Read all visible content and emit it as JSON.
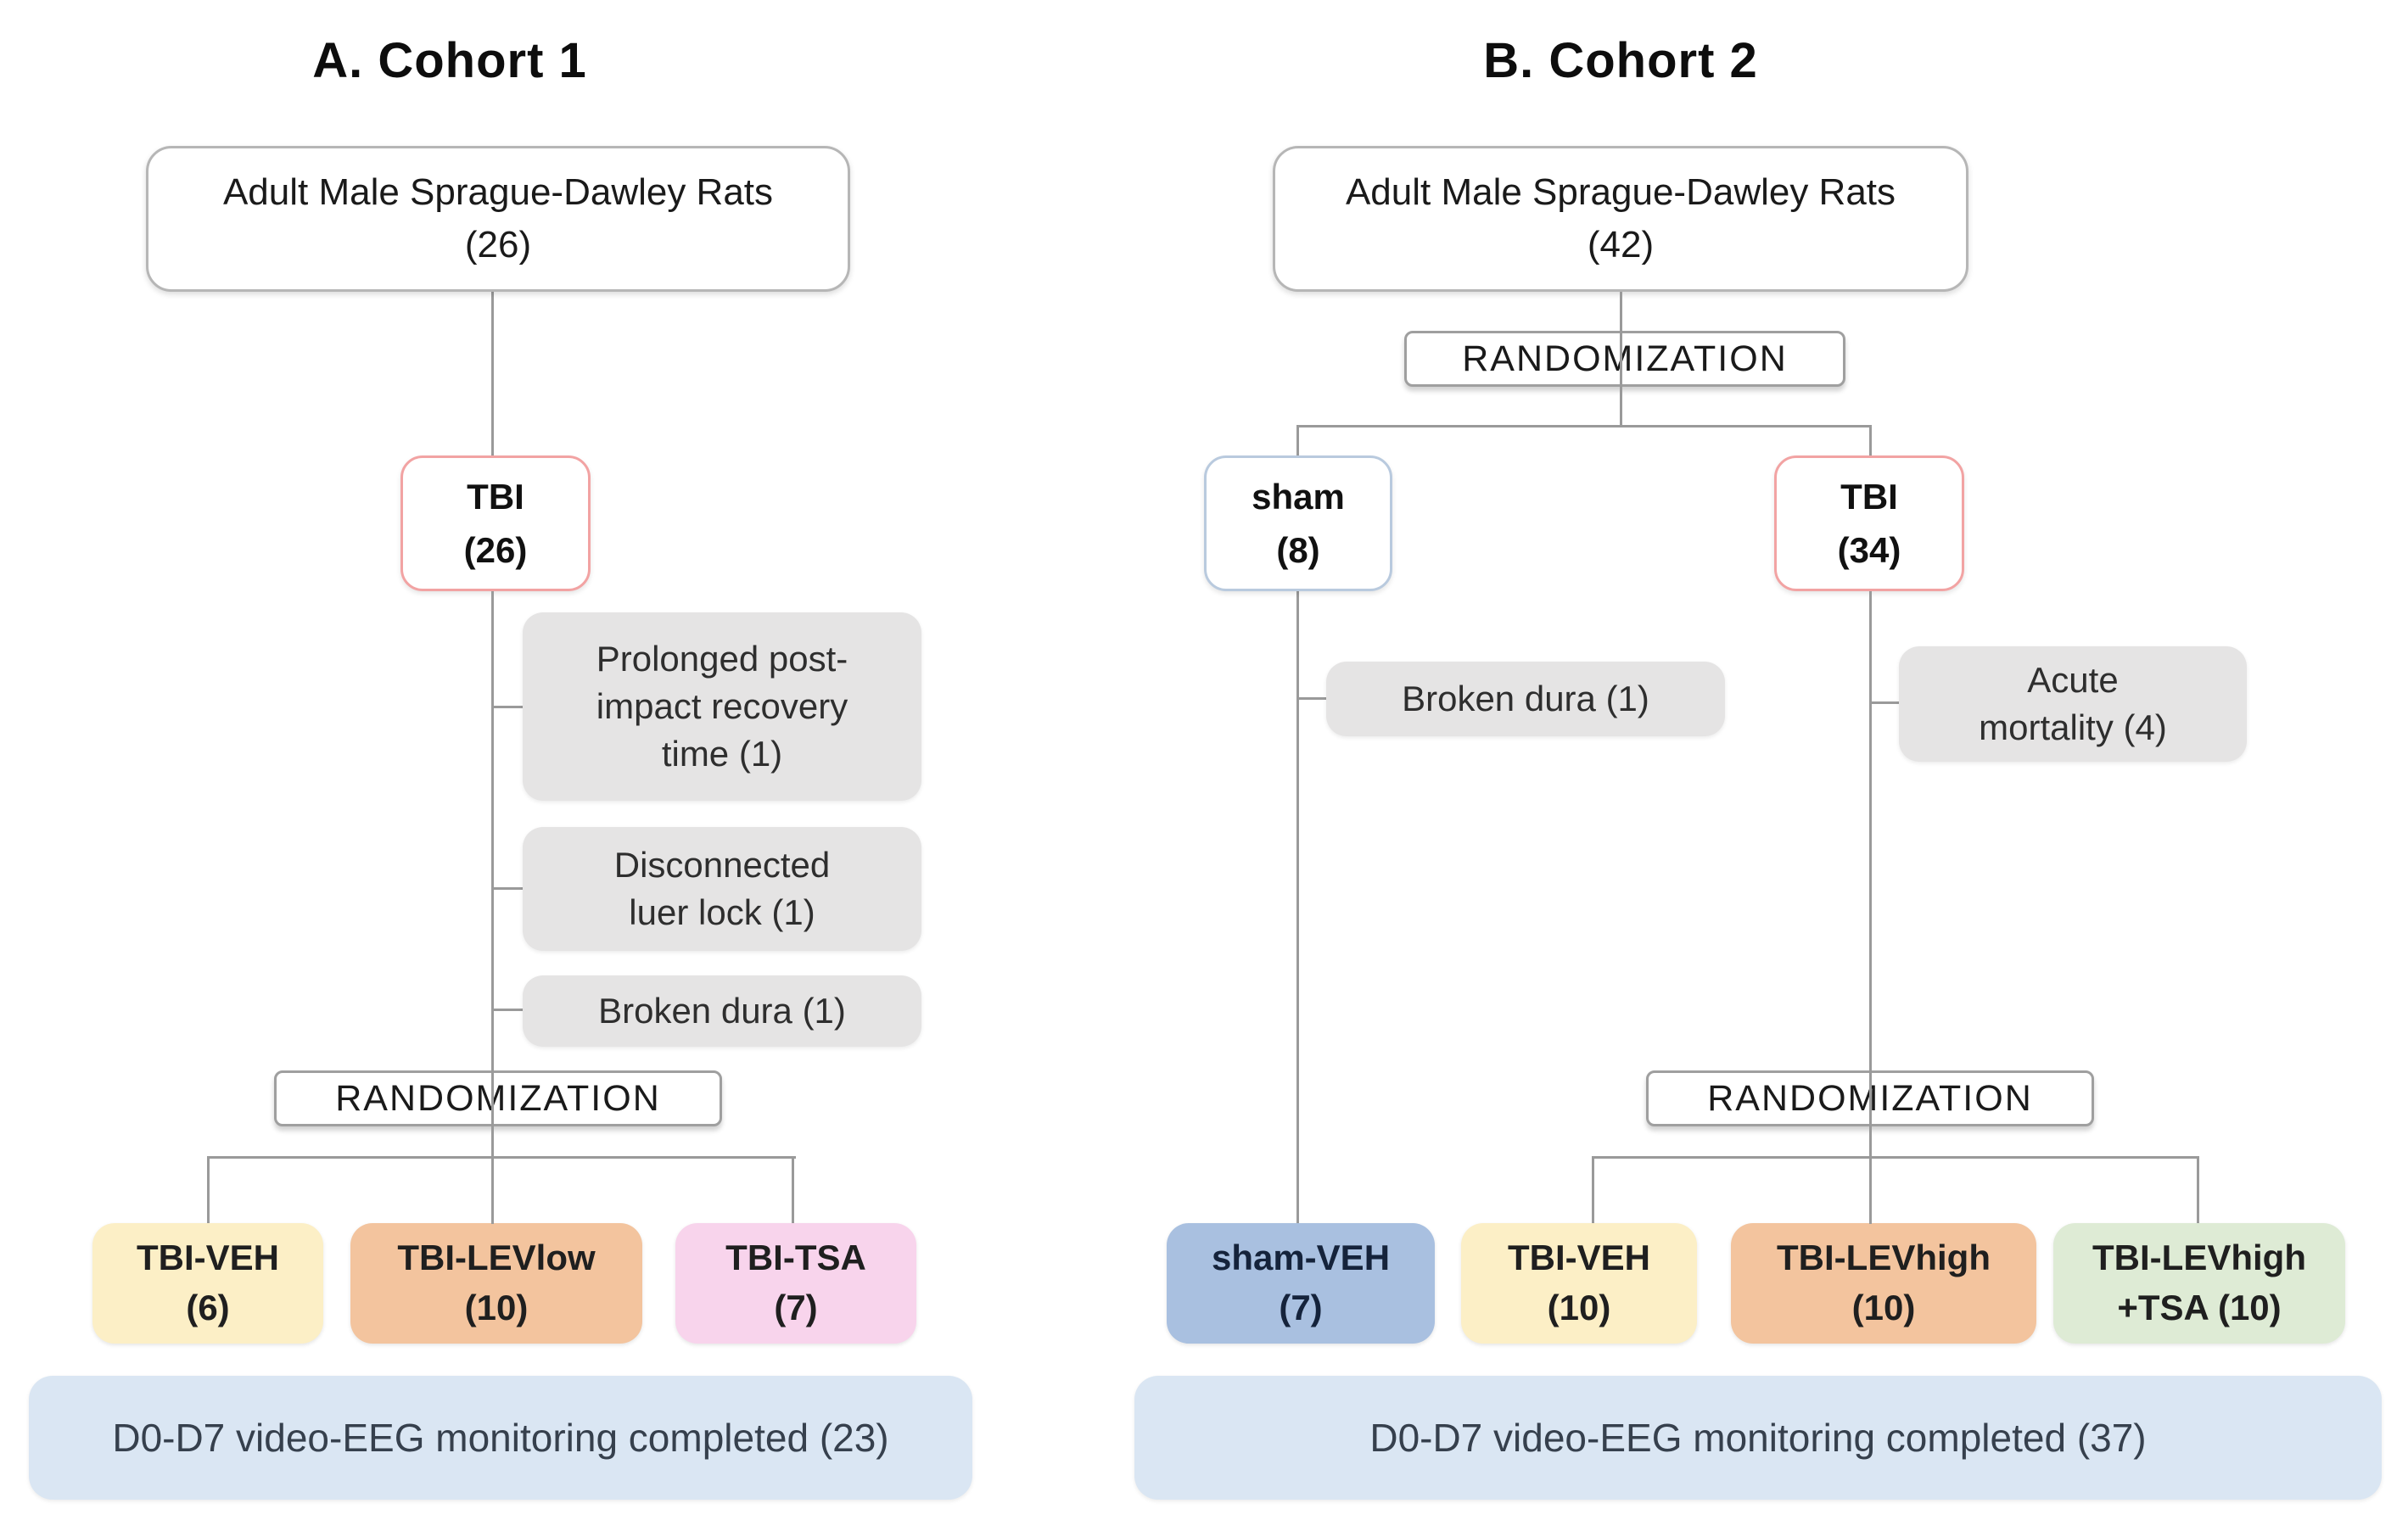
{
  "figure": {
    "description_colors": {
      "connector_line": "#9a9a9a",
      "white_box_border": "#b6b6b6",
      "randomization_border": "#9f9f9f",
      "tbi_border": "#f2a3a3",
      "sham_border": "#b9cade",
      "exclusion_gray": "#e5e4e4",
      "outcome_blue": "#dae6f3",
      "group_cream": "#fcefc6",
      "group_orange": "#f3c49e",
      "group_pink": "#f8d4ec",
      "group_blue": "#a9c0e0",
      "group_green": "#deebd5"
    }
  },
  "cohort1": {
    "title": "A. Cohort 1",
    "population": {
      "line1": "Adult Male Sprague-Dawley Rats",
      "line2": "(26)"
    },
    "injury": {
      "line1": "TBI",
      "line2": "(26)"
    },
    "exclusions": [
      {
        "line1": "Prolonged post-",
        "line2": "impact recovery",
        "line3": "time (1)"
      },
      {
        "line1": "Disconnected",
        "line2": "luer lock (1)"
      },
      {
        "line1": "Broken dura (1)"
      }
    ],
    "randomization": "RANDOMIZATION",
    "groups": [
      {
        "line1": "TBI-VEH",
        "line2": "(6)"
      },
      {
        "line1": "TBI-LEVlow",
        "line2": "(10)"
      },
      {
        "line1": "TBI-TSA",
        "line2": "(7)"
      }
    ],
    "outcome": "D0-D7 video-EEG monitoring completed (23)"
  },
  "cohort2": {
    "title": "B. Cohort 2",
    "population": {
      "line1": "Adult Male Sprague-Dawley Rats",
      "line2": "(42)"
    },
    "randomization1": "RANDOMIZATION",
    "arms": [
      {
        "line1": "sham",
        "line2": "(8)"
      },
      {
        "line1": "TBI",
        "line2": "(34)"
      }
    ],
    "exclusions": [
      {
        "line1": "Broken dura (1)"
      },
      {
        "line1": "Acute",
        "line2": "mortality (4)"
      }
    ],
    "randomization2": "RANDOMIZATION",
    "groups": [
      {
        "line1": "sham-VEH",
        "line2": "(7)"
      },
      {
        "line1": "TBI-VEH",
        "line2": "(10)"
      },
      {
        "line1": "TBI-LEVhigh",
        "line2": "(10)"
      },
      {
        "line1": "TBI-LEVhigh",
        "line2": "+TSA (10)"
      }
    ],
    "outcome": "D0-D7 video-EEG monitoring completed (37)"
  }
}
